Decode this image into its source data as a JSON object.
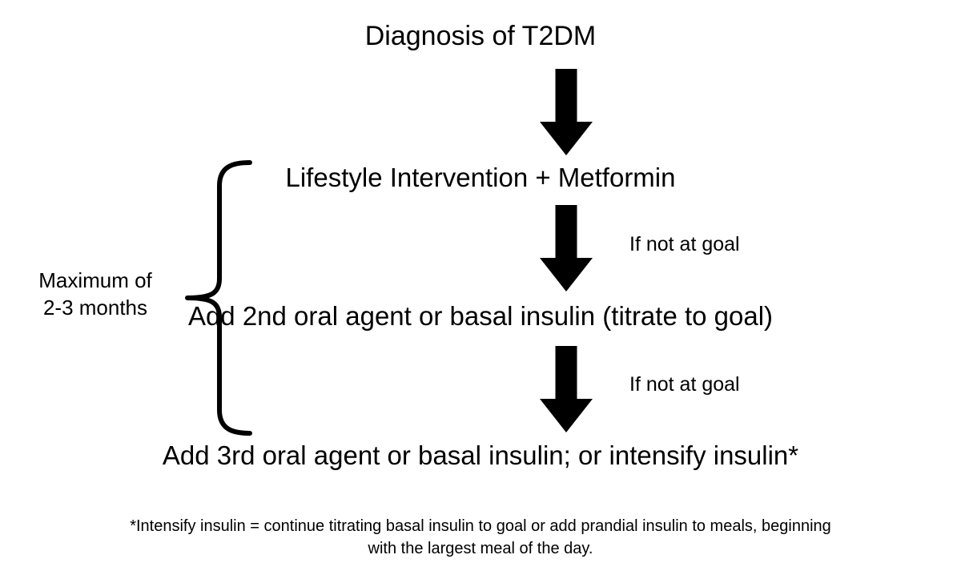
{
  "diagram": {
    "title": "Diagnosis of T2DM",
    "background_color": "#ffffff",
    "ink_color": "#000000",
    "steps": [
      {
        "id": "diagnosis",
        "label": "Diagnosis of T2DM"
      },
      {
        "id": "lifestyle",
        "label": "Lifestyle Intervention + Metformin"
      },
      {
        "id": "second-line",
        "label": "Add 2nd oral agent or basal insulin (titrate to goal)"
      },
      {
        "id": "third-line",
        "label": "Add 3rd oral agent or basal insulin; or intensify insulin*"
      }
    ],
    "transitions": [
      {
        "id": "arrow-1",
        "label": ""
      },
      {
        "id": "arrow-2",
        "label": "If not at goal"
      },
      {
        "id": "arrow-3",
        "label": "If not at goal"
      }
    ],
    "bracket": {
      "label_line_1": "Maximum of",
      "label_line_2": "2-3 months",
      "spans_steps": [
        "lifestyle",
        "second-line",
        "third-line"
      ]
    },
    "footnote": {
      "line_1": "*Intensify insulin = continue titrating basal insulin to goal or add prandial insulin to meals, beginning",
      "line_2": "with the largest meal of the day."
    }
  }
}
